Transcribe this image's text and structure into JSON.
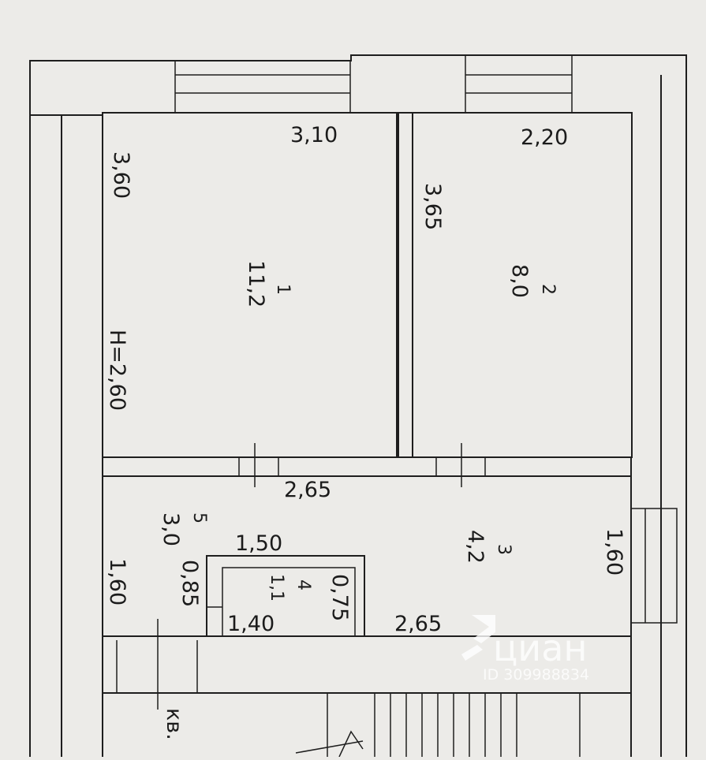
{
  "plan": {
    "labels": {
      "dim_top_left": "3,10",
      "dim_top_right": "2,20",
      "dim_left_room1": "3,60",
      "dim_partition": "3,65",
      "room1_number": "1",
      "room1_area": "11,2",
      "room2_number": "2",
      "room2_area": "8,0",
      "ceiling_height": "H=2,60",
      "dim_mid": "2,65",
      "room5_number": "5",
      "room5_area": "3,0",
      "room3_number": "3",
      "room3_area": "4,2",
      "dim_right": "1,60",
      "dim_bath_width": "1,50",
      "dim_left_lower": "1,60",
      "dim_bath_left": "0,85",
      "room4_number": "4",
      "room4_area": "1,1",
      "dim_bath_right": "0,75",
      "dim_bath_bottom": "1,40",
      "dim_bottom": "2,65",
      "apartment_mark": "кв."
    },
    "watermark": {
      "brand": "циан",
      "id": "ID 309988834"
    }
  }
}
